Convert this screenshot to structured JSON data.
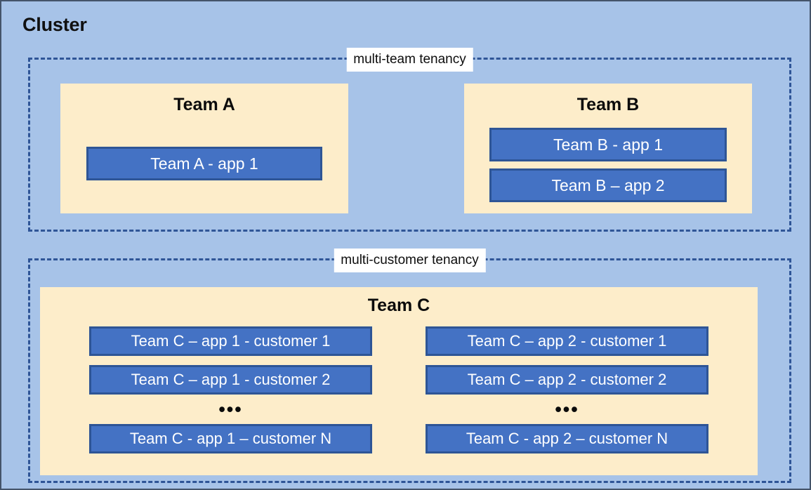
{
  "diagram": {
    "title": "Cluster",
    "background_color": "#a7c3e8",
    "panel_color": "#fdedca",
    "app_color": "#4472c4",
    "app_border_color": "#2e5596",
    "dashed_border_color": "#2f5597"
  },
  "tenancies": [
    {
      "label": "multi-team tenancy",
      "teams": [
        {
          "name": "Team A",
          "apps": [
            {
              "label": "Team A - app 1"
            }
          ]
        },
        {
          "name": "Team B",
          "apps": [
            {
              "label": "Team B - app 1"
            },
            {
              "label": "Team B – app 2"
            }
          ]
        }
      ]
    },
    {
      "label": "multi-customer tenancy",
      "teams": [
        {
          "name": "Team C",
          "columns": [
            {
              "apps": [
                {
                  "label": "Team C – app 1 - customer 1"
                },
                {
                  "label": "Team C – app 1 - customer 2"
                }
              ],
              "ellipsis": "•••",
              "last_app": {
                "label": "Team C - app 1 – customer N"
              }
            },
            {
              "apps": [
                {
                  "label": "Team C – app 2 - customer 1"
                },
                {
                  "label": "Team C – app 2 - customer 2"
                }
              ],
              "ellipsis": "•••",
              "last_app": {
                "label": "Team C - app 2 – customer N"
              }
            }
          ]
        }
      ]
    }
  ]
}
